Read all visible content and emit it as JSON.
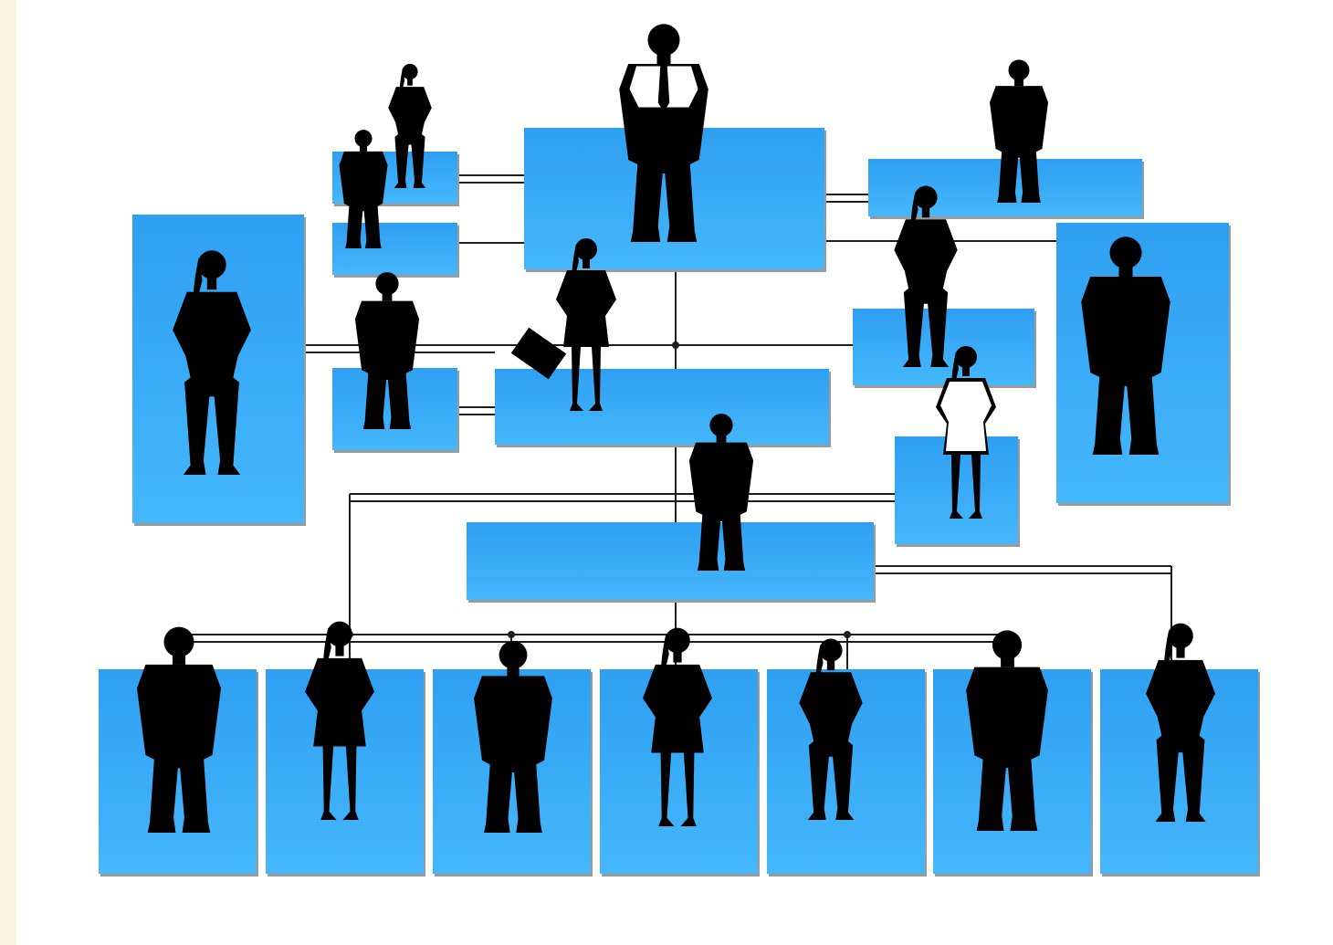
{
  "diagram": {
    "kind": "organization-chart",
    "text": [],
    "colors": {
      "page_background": "#fdf3e1",
      "canvas_background": "#ffffff",
      "box_top": "#2f9ff2",
      "box_bottom": "#45b7fb",
      "box_shadow": "#9a9a9a",
      "connector": "#1e1e1e",
      "silhouette": "#000000",
      "white_clothing": "#ffffff"
    },
    "figures": [
      {
        "id": "executive",
        "pose": "standing-arms-crossed",
        "attire": "white-shirt-tie"
      },
      {
        "id": "woman-on-phone-small",
        "pose": "standing-phone"
      },
      {
        "id": "man-small",
        "pose": "standing"
      },
      {
        "id": "woman-left-tall",
        "pose": "standing",
        "attire": "suit-with-badge"
      },
      {
        "id": "man-hands-hips-left",
        "pose": "hands-on-hips"
      },
      {
        "id": "woman-walking",
        "pose": "walking-with-briefcase"
      },
      {
        "id": "man-top-right",
        "pose": "standing-arms-crossed"
      },
      {
        "id": "woman-right-suit",
        "pose": "hands-on-hips"
      },
      {
        "id": "man-right-tall",
        "pose": "hands-on-hips",
        "attire": "suit-tie"
      },
      {
        "id": "woman-white-suit",
        "pose": "standing-with-bag",
        "attire": "white-suit"
      },
      {
        "id": "man-seated",
        "pose": "seated-reading"
      },
      {
        "id": "bottom-1",
        "pose": "standing-arms-crossed"
      },
      {
        "id": "bottom-2",
        "pose": "standing-phone"
      },
      {
        "id": "bottom-3",
        "pose": "standing"
      },
      {
        "id": "bottom-4",
        "pose": "presenting-with-pointer"
      },
      {
        "id": "bottom-5",
        "pose": "hands-on-hips"
      },
      {
        "id": "bottom-6",
        "pose": "standing-arms-crossed"
      },
      {
        "id": "bottom-7",
        "pose": "hands-on-hips"
      }
    ]
  }
}
